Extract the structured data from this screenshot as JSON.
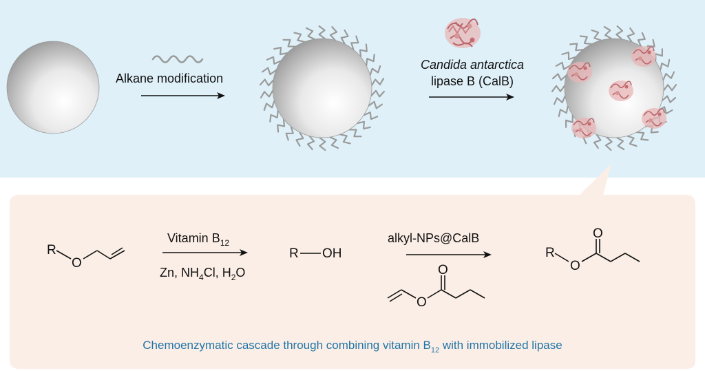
{
  "colors": {
    "top_panel": "#dff0f8",
    "bottom_panel": "#fbeee6",
    "caption_blue": "#1f74a8",
    "chain_gray": "#9a9a9a",
    "protein_pink": "#d79596"
  },
  "step1": {
    "label": "Alkane modification"
  },
  "step2": {
    "label_italic": "Candida antarctica",
    "label_rest": "lipase B (CalB)"
  },
  "reaction1": {
    "reagent_top_main": "Vitamin B",
    "reagent_top_sub": "12",
    "reagent_bottom_part1": "Zn, NH",
    "reagent_bottom_sub1": "4",
    "reagent_bottom_part2": "Cl, H",
    "reagent_bottom_sub2": "2",
    "reagent_bottom_part3": "O"
  },
  "reaction2": {
    "reagent_top": "alkyl-NPs@CalB"
  },
  "molecules": {
    "r_label": "R",
    "o_label": "O",
    "oh_label": "OH"
  },
  "caption": {
    "part1": "Chemoenzymatic cascade through combining vitamin B",
    "sub": "12",
    "part2": " with immobilized lipase"
  }
}
